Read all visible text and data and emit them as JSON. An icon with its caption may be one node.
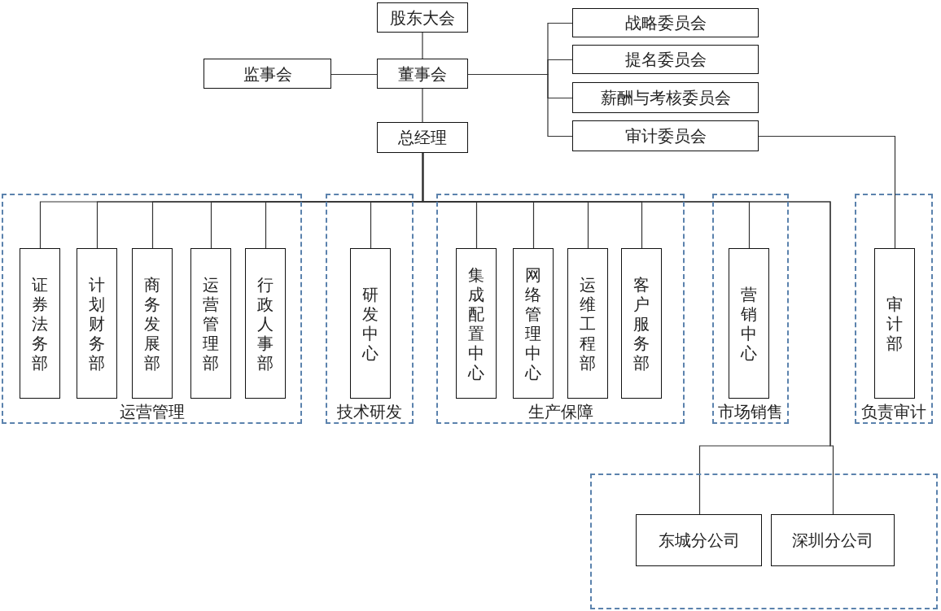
{
  "diagram": {
    "nodes": [
      {
        "text": [
          "股东大会"
        ]
      },
      {
        "text": [
          "监事会"
        ]
      },
      {
        "text": [
          "董事会"
        ]
      },
      {
        "text": [
          "战略委员会"
        ]
      },
      {
        "text": [
          "提名委员会"
        ]
      },
      {
        "text": [
          "薪酬与考核委员会"
        ]
      },
      {
        "text": [
          "审计委员会"
        ]
      },
      {
        "text": [
          "总经理"
        ]
      },
      {
        "text": [
          "运营管理"
        ]
      },
      {
        "text": [
          "证券法务部"
        ],
        "in": 8
      },
      {
        "text": [
          "计划财务部"
        ],
        "in": 8
      },
      {
        "text": [
          "商务发展部"
        ],
        "in": 8
      },
      {
        "text": [
          "运营管理部"
        ],
        "in": 8
      },
      {
        "text": [
          "行政人事部"
        ],
        "in": 8
      },
      {
        "text": [
          "技术研发"
        ]
      },
      {
        "text": [
          "研发中心"
        ],
        "in": 14
      },
      {
        "text": [
          "生产保障"
        ]
      },
      {
        "text": [
          "集成配置中心"
        ],
        "in": 16
      },
      {
        "text": [
          "网络管理中心"
        ],
        "in": 16
      },
      {
        "text": [
          "运维工程部"
        ],
        "in": 16
      },
      {
        "text": [
          "客户服务部"
        ],
        "in": 16
      },
      {
        "text": [
          "市场销售"
        ]
      },
      {
        "text": [
          "营销中心"
        ],
        "in": 21
      },
      {
        "text": [
          "负责审计"
        ]
      },
      {
        "text": [
          "审计部"
        ],
        "in": 23
      },
      {
        "text": [],
        "shape": "box"
      },
      {
        "text": [
          "东城分公司"
        ],
        "in": 25
      },
      {
        "text": [
          "深圳分公司"
        ],
        "in": 25
      }
    ],
    "edges": [
      {
        "from": 0,
        "to": 2,
        "arrow": "none"
      },
      {
        "from": 1,
        "to": 2,
        "arrow": "none"
      },
      {
        "from": 2,
        "to": 3,
        "arrow": "none"
      },
      {
        "from": 2,
        "to": 4,
        "arrow": "none"
      },
      {
        "from": 2,
        "to": 5,
        "arrow": "none"
      },
      {
        "from": 2,
        "to": 6,
        "arrow": "none"
      },
      {
        "from": 2,
        "to": 7,
        "arrow": "none"
      },
      {
        "from": 7,
        "to": 9,
        "arrow": "none"
      },
      {
        "from": 7,
        "to": 10,
        "arrow": "none"
      },
      {
        "from": 7,
        "to": 11,
        "arrow": "none"
      },
      {
        "from": 7,
        "to": 12,
        "arrow": "none"
      },
      {
        "from": 7,
        "to": 13,
        "arrow": "none"
      },
      {
        "from": 7,
        "to": 15,
        "arrow": "none"
      },
      {
        "from": 7,
        "to": 17,
        "arrow": "none"
      },
      {
        "from": 7,
        "to": 18,
        "arrow": "none"
      },
      {
        "from": 7,
        "to": 19,
        "arrow": "none"
      },
      {
        "from": 7,
        "to": 20,
        "arrow": "none"
      },
      {
        "from": 7,
        "to": 22,
        "arrow": "none"
      },
      {
        "from": 7,
        "to": 26,
        "arrow": "none"
      },
      {
        "from": 7,
        "to": 27,
        "arrow": "none"
      },
      {
        "from": 6,
        "to": 24,
        "arrow": "none"
      }
    ]
  }
}
